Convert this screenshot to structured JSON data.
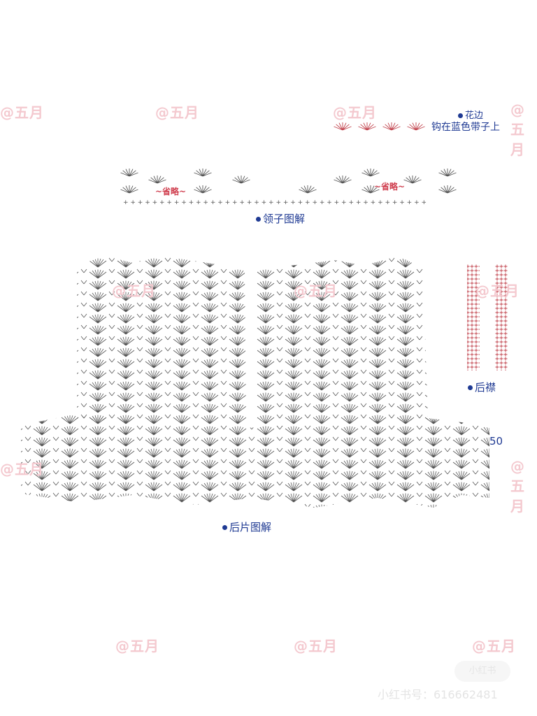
{
  "watermarks": [
    "@五月",
    "@五月",
    "@五月",
    "@五月",
    "@五月",
    "@五月",
    "@五月",
    "@五月",
    "@五月",
    "@五月",
    "@五月",
    "@五月"
  ],
  "edging": {
    "title": "花边",
    "note": "钩在蓝色带子上"
  },
  "collar": {
    "title": "领子图解",
    "omitted_left": "~省略~",
    "omitted_right": "~省略~"
  },
  "back_placket": {
    "title": "后襟"
  },
  "back_piece": {
    "title": "后片图解",
    "row_count": "50"
  },
  "footer": {
    "logo": "小红书",
    "account": "小红书号：616662481"
  },
  "colors": {
    "label": "#1f3a93",
    "stitch": "#555555",
    "red_stitch": "#c0404a",
    "watermark": "#f4c9cf"
  }
}
